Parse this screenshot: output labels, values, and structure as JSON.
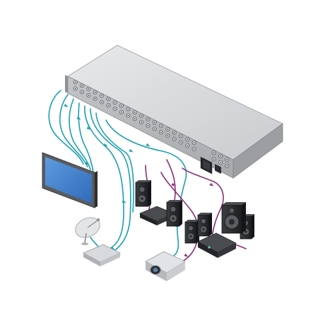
{
  "diagram": {
    "colors": {
      "background": "#ffffff",
      "cable_teal": "#1e9fb0",
      "cable_purple": "#8a2f74",
      "device_top": "#dcdde0",
      "device_front": "#b7b9bd",
      "device_dark": "#2d2f33",
      "screen_blue": "#3d7fd0"
    },
    "components": [
      {
        "id": "matrix-switcher",
        "icon": "rack-unit"
      },
      {
        "id": "flat-panel-display",
        "icon": "display"
      },
      {
        "id": "satellite-dish",
        "icon": "satellite-dish"
      },
      {
        "id": "satellite-receiver",
        "icon": "set-top-box"
      },
      {
        "id": "projector",
        "icon": "projector"
      },
      {
        "id": "amplifier-left",
        "icon": "amplifier"
      },
      {
        "id": "amplifier-right",
        "icon": "amplifier"
      },
      {
        "id": "speakers-stereo",
        "icon": "speaker"
      },
      {
        "id": "speakers-surround",
        "icon": "speaker"
      },
      {
        "id": "subwoofer",
        "icon": "subwoofer"
      },
      {
        "id": "power-inlet",
        "icon": "power-socket"
      }
    ]
  }
}
